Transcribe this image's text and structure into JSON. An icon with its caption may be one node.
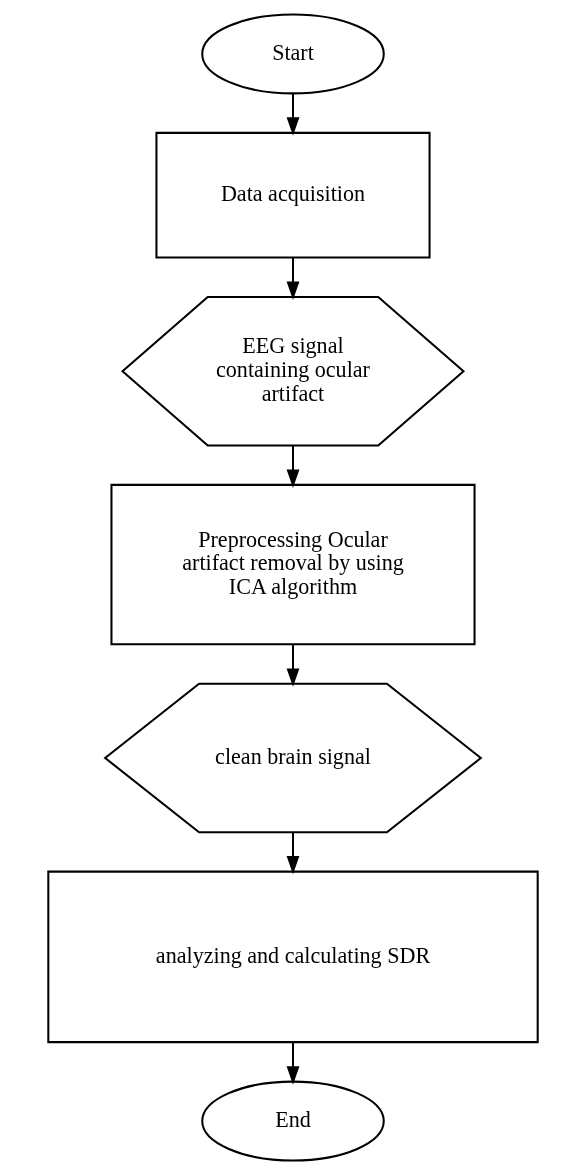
{
  "diagram": {
    "nodes": [
      {
        "text": [
          "Start"
        ]
      },
      {
        "text": [
          "Data acquisition"
        ]
      },
      {
        "text": [
          "EEG signal containing ocular artifact"
        ]
      },
      {
        "text": [
          "Preprocessing Ocular artifact removal by using ICA algorithm"
        ]
      },
      {
        "text": [
          "clean brain signal"
        ]
      },
      {
        "text": [
          "analyzing and calculating SDR"
        ]
      },
      {
        "text": [
          "End"
        ]
      }
    ],
    "edges": [
      {
        "from": 0,
        "to": 1,
        "arrow": "to"
      },
      {
        "from": 1,
        "to": 2,
        "arrow": "to"
      },
      {
        "from": 2,
        "to": 3,
        "arrow": "to"
      },
      {
        "from": 3,
        "to": 4,
        "arrow": "to"
      },
      {
        "from": 4,
        "to": 5,
        "arrow": "to"
      },
      {
        "from": 5,
        "to": 6,
        "arrow": "to"
      }
    ]
  }
}
